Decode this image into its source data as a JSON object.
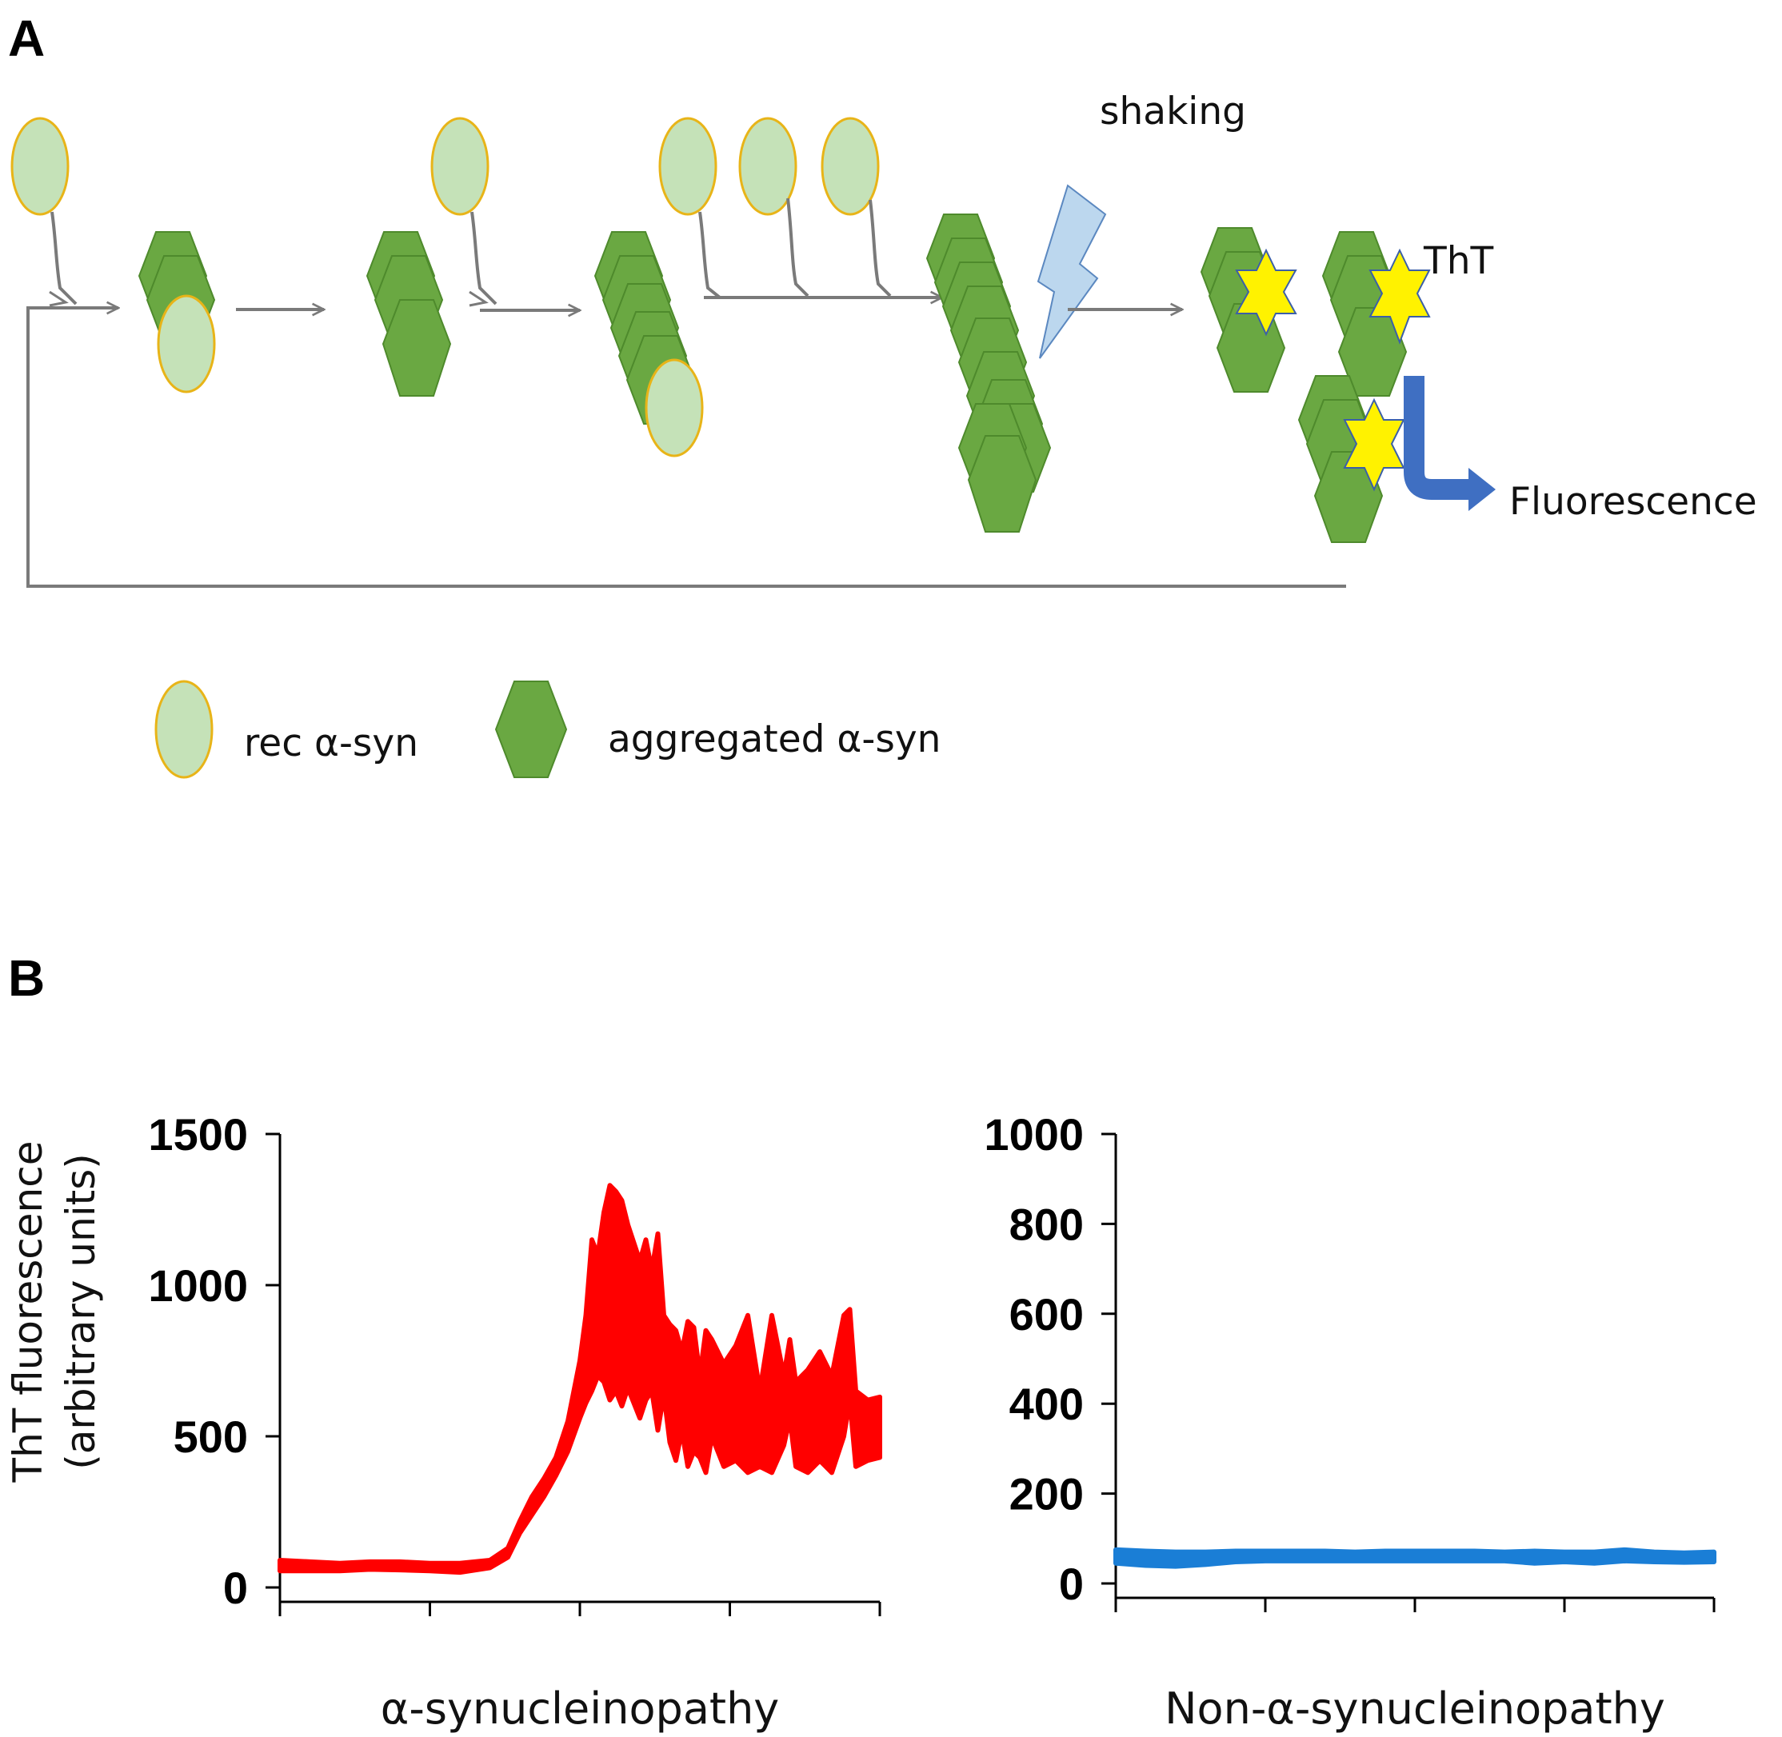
{
  "panel_a": {
    "label": "A",
    "shaking_label": "shaking",
    "tht_label": "ThT",
    "fluorescence_label": "Fluorescence",
    "legend": {
      "rec_label": "rec α-syn",
      "agg_label": "aggregated α-syn"
    },
    "colors": {
      "rec_fill": "#c5e2b8",
      "rec_stroke": "#e8b418",
      "agg_fill": "#6aa842",
      "agg_stroke": "#4e8a2c",
      "arrow": "#7a7a7a",
      "star": "#fff200",
      "lightning": "#bcd7ee",
      "fluor_arrow": "#3f6fc2"
    }
  },
  "panel_b": {
    "label": "B"
  },
  "chart_data": [
    {
      "type": "line",
      "ylabel": "ThT fluorescence (arbitrary units)",
      "xlabel": "α-synucleinopathy",
      "ylim": [
        0,
        1500
      ],
      "yticks": [
        0,
        500,
        1000,
        1500
      ],
      "ytick_labels": [
        "0",
        "500",
        "1000",
        "1500"
      ],
      "x_tick_count": 5,
      "color": "#ff0000",
      "series": [
        {
          "x": [
            0,
            5,
            10,
            15,
            20,
            25,
            30,
            35,
            38,
            40,
            42,
            44,
            46,
            48,
            50,
            51,
            52,
            53,
            54,
            55,
            56,
            57,
            58,
            60,
            61,
            62,
            63,
            64,
            65,
            66,
            67,
            68,
            69,
            70,
            71,
            72,
            74,
            76,
            78,
            80,
            82,
            84,
            85,
            86,
            88,
            90,
            92,
            94,
            95,
            96,
            98,
            100
          ],
          "y_low": [
            55,
            55,
            55,
            60,
            58,
            55,
            50,
            65,
            100,
            180,
            240,
            300,
            370,
            450,
            560,
            610,
            650,
            700,
            680,
            620,
            650,
            600,
            660,
            560,
            620,
            650,
            520,
            640,
            480,
            420,
            520,
            400,
            450,
            430,
            380,
            500,
            400,
            420,
            380,
            400,
            380,
            470,
            560,
            400,
            380,
            420,
            380,
            500,
            620,
            400,
            420,
            430
          ],
          "y_high": [
            90,
            85,
            80,
            85,
            85,
            80,
            80,
            90,
            130,
            220,
            300,
            360,
            430,
            550,
            750,
            900,
            1150,
            1100,
            1240,
            1330,
            1310,
            1280,
            1200,
            1080,
            1150,
            1050,
            1170,
            900,
            870,
            850,
            780,
            880,
            860,
            700,
            850,
            820,
            740,
            800,
            900,
            650,
            900,
            700,
            820,
            680,
            720,
            780,
            700,
            900,
            920,
            650,
            620,
            630
          ]
        }
      ]
    },
    {
      "type": "line",
      "xlabel": "Non-α-synucleinopathy",
      "ylim": [
        0,
        1000
      ],
      "yticks": [
        0,
        200,
        400,
        600,
        800,
        1000
      ],
      "ytick_labels": [
        "0",
        "200",
        "400",
        "600",
        "800",
        "1000"
      ],
      "x_tick_count": 5,
      "color": "#1a7ed6",
      "series": [
        {
          "x": [
            0,
            5,
            10,
            15,
            20,
            25,
            30,
            35,
            40,
            45,
            50,
            55,
            60,
            65,
            70,
            75,
            80,
            85,
            90,
            95,
            100
          ],
          "y_low": [
            45,
            40,
            38,
            42,
            48,
            50,
            50,
            50,
            50,
            50,
            50,
            50,
            50,
            50,
            45,
            48,
            45,
            50,
            48,
            47,
            48
          ],
          "y_high": [
            75,
            72,
            70,
            70,
            72,
            72,
            72,
            72,
            70,
            72,
            72,
            72,
            72,
            70,
            72,
            70,
            70,
            75,
            70,
            68,
            70
          ]
        }
      ]
    }
  ]
}
